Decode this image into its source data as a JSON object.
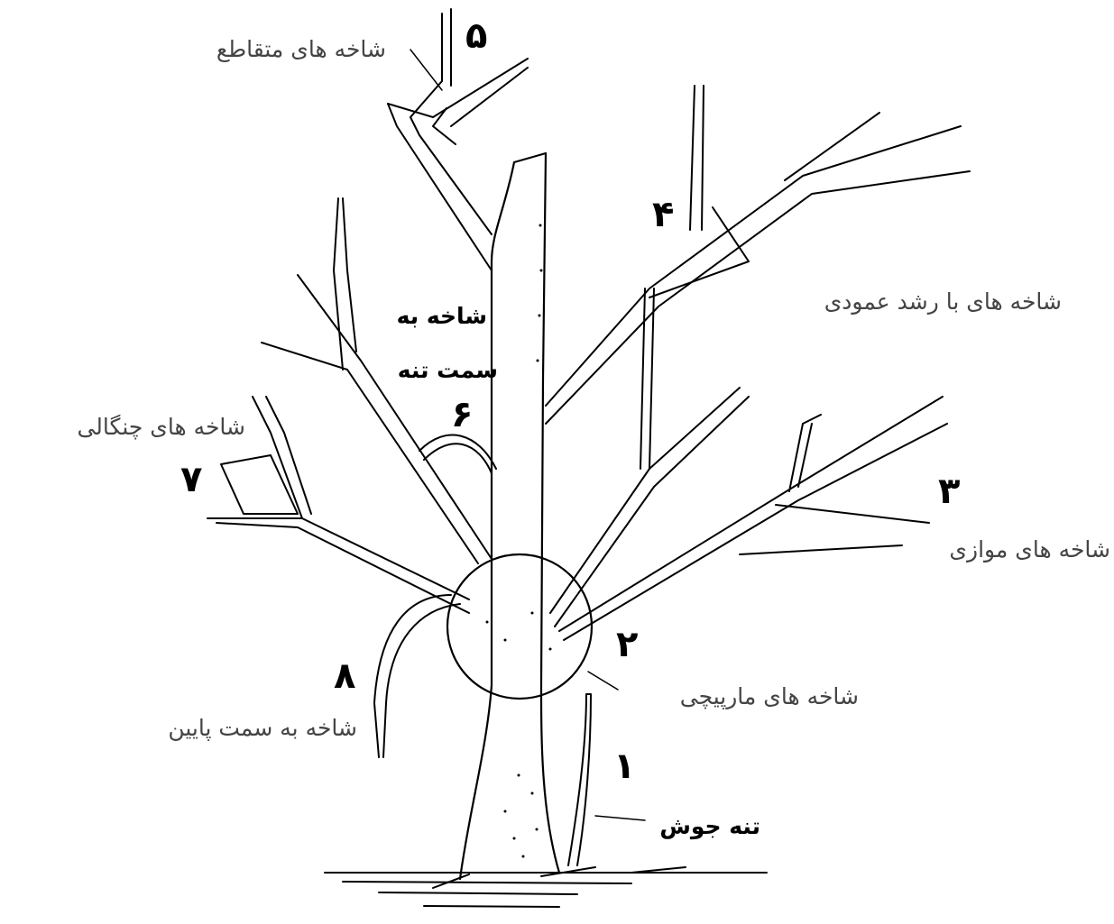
{
  "labels": {
    "crossing": "شاخه های متقاطع",
    "vertical": "شاخه های با رشد عمودی",
    "toward_trunk_1": "شاخه به",
    "toward_trunk_2": "سمت تنه",
    "forked": "شاخه های چنگالی",
    "parallel": "شاخه های موازی",
    "spiral": "شاخه های مارپیچی",
    "downward": "شاخه به سمت پایین",
    "sucker": "تنه جوش"
  },
  "numbers": {
    "n1": "۱",
    "n2": "۲",
    "n3": "۳",
    "n4": "۴",
    "n5": "۵",
    "n6": "۶",
    "n7": "۷",
    "n8": "۸"
  },
  "colors": {
    "ink": "#000000",
    "label_grey": "#444444",
    "background": "#ffffff"
  }
}
